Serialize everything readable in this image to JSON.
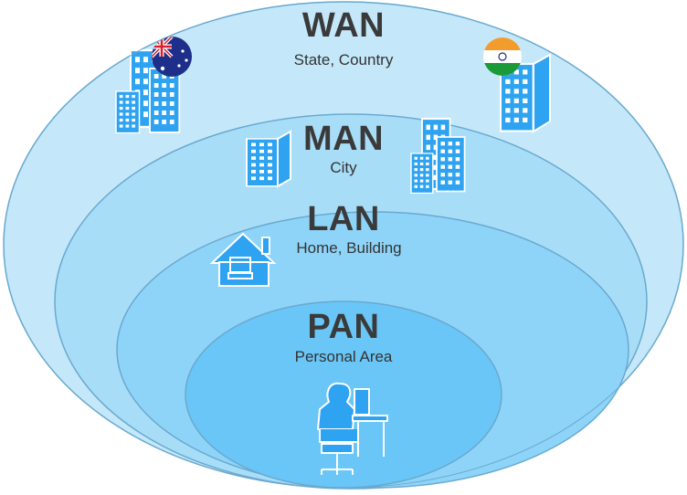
{
  "layers": [
    {
      "id": "wan",
      "title": "WAN",
      "subtitle": "State, Country",
      "fill": "#c4e8fa"
    },
    {
      "id": "man",
      "title": "MAN",
      "subtitle": "City",
      "fill": "#a8ddf8"
    },
    {
      "id": "lan",
      "title": "LAN",
      "subtitle": "Home, Building",
      "fill": "#8ed4f8"
    },
    {
      "id": "pan",
      "title": "PAN",
      "subtitle": "Personal Area",
      "fill": "#69c6f7"
    }
  ],
  "stroke": "#6aa9cf",
  "icon_color": "#2ea3f2",
  "icons": [
    "building-icon",
    "australia-flag-icon",
    "india-flag-icon",
    "house-computer-icon",
    "person-at-desk-icon"
  ]
}
